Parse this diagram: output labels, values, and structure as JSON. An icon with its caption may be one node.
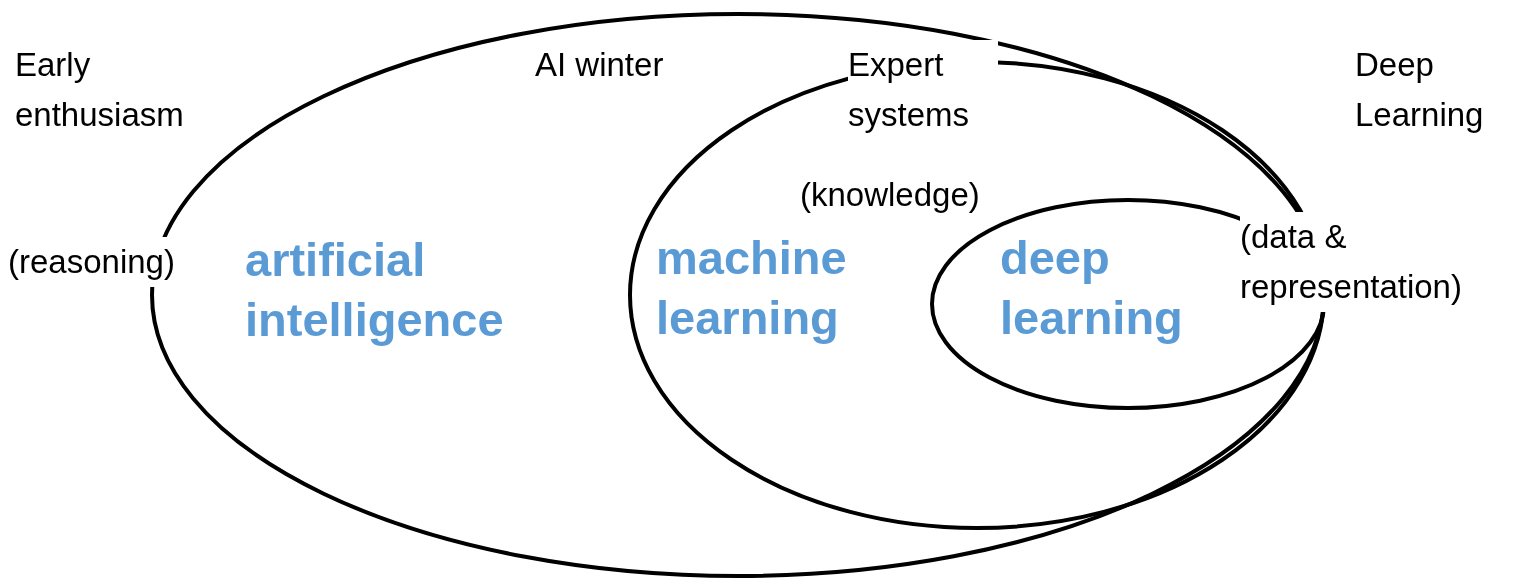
{
  "diagram": {
    "nodes": [
      {
        "text": [
          "artificial intelligence"
        ]
      },
      {
        "text": [
          "machine learning"
        ],
        "in": 0
      },
      {
        "text": [
          "deep learning"
        ],
        "in": 1
      }
    ],
    "labels": [
      "Early enthusiasm",
      "AI winter",
      "Expert systems",
      "Deep Learning",
      "(reasoning)",
      "(knowledge)",
      "(data & representation)"
    ]
  }
}
